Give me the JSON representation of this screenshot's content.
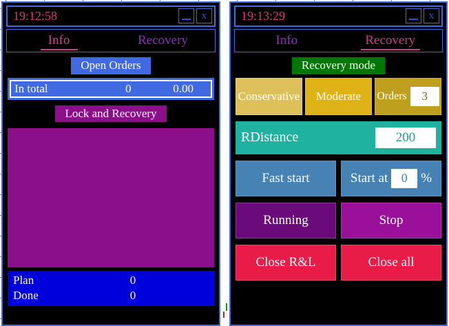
{
  "theme": {
    "frame_border": "#4169e1",
    "panel_bg": "#000000",
    "accent_magenta": "#d13c8c",
    "accent_purple": "#8a2fc0",
    "blue": "#4169e1",
    "purple": "#8b0f8b",
    "green": "#007800",
    "teal": "#20b2a0",
    "red": "#e81c46",
    "gold": "#dfb316",
    "deep_blue": "#0000dd"
  },
  "left_panel": {
    "titlebar": {
      "clock": "19:12:58",
      "minimize_icon": "minimize-icon",
      "close_label": "x"
    },
    "tabs": [
      {
        "label": "Info",
        "active": true
      },
      {
        "label": "Recovery",
        "active": false
      }
    ],
    "open_orders_header": "Open Orders",
    "totals": {
      "label": "In total",
      "count": "0",
      "amount": "0.00"
    },
    "lock_recovery_header": "Lock and Recovery",
    "summary": [
      {
        "label": "Plan",
        "value": "0"
      },
      {
        "label": "Done",
        "value": "0"
      }
    ]
  },
  "right_panel": {
    "titlebar": {
      "clock": "19:13:29",
      "minimize_icon": "minimize-icon",
      "close_label": "x"
    },
    "tabs": [
      {
        "label": "Info",
        "active": false
      },
      {
        "label": "Recovery",
        "active": true
      }
    ],
    "recovery_mode_header": "Recovery mode",
    "modes": [
      {
        "label": "Conservative"
      },
      {
        "label": "Moderate"
      },
      {
        "label": "Orders",
        "value": "3"
      }
    ],
    "rdistance": {
      "label": "RDistance",
      "value": "200"
    },
    "controls": {
      "fast_start": "Fast start",
      "start_at_label": "Start at",
      "start_at_value": "0",
      "start_at_unit": "%",
      "running": "Running",
      "stop": "Stop",
      "close_rl": "Close R&L",
      "close_all": "Close all"
    }
  }
}
